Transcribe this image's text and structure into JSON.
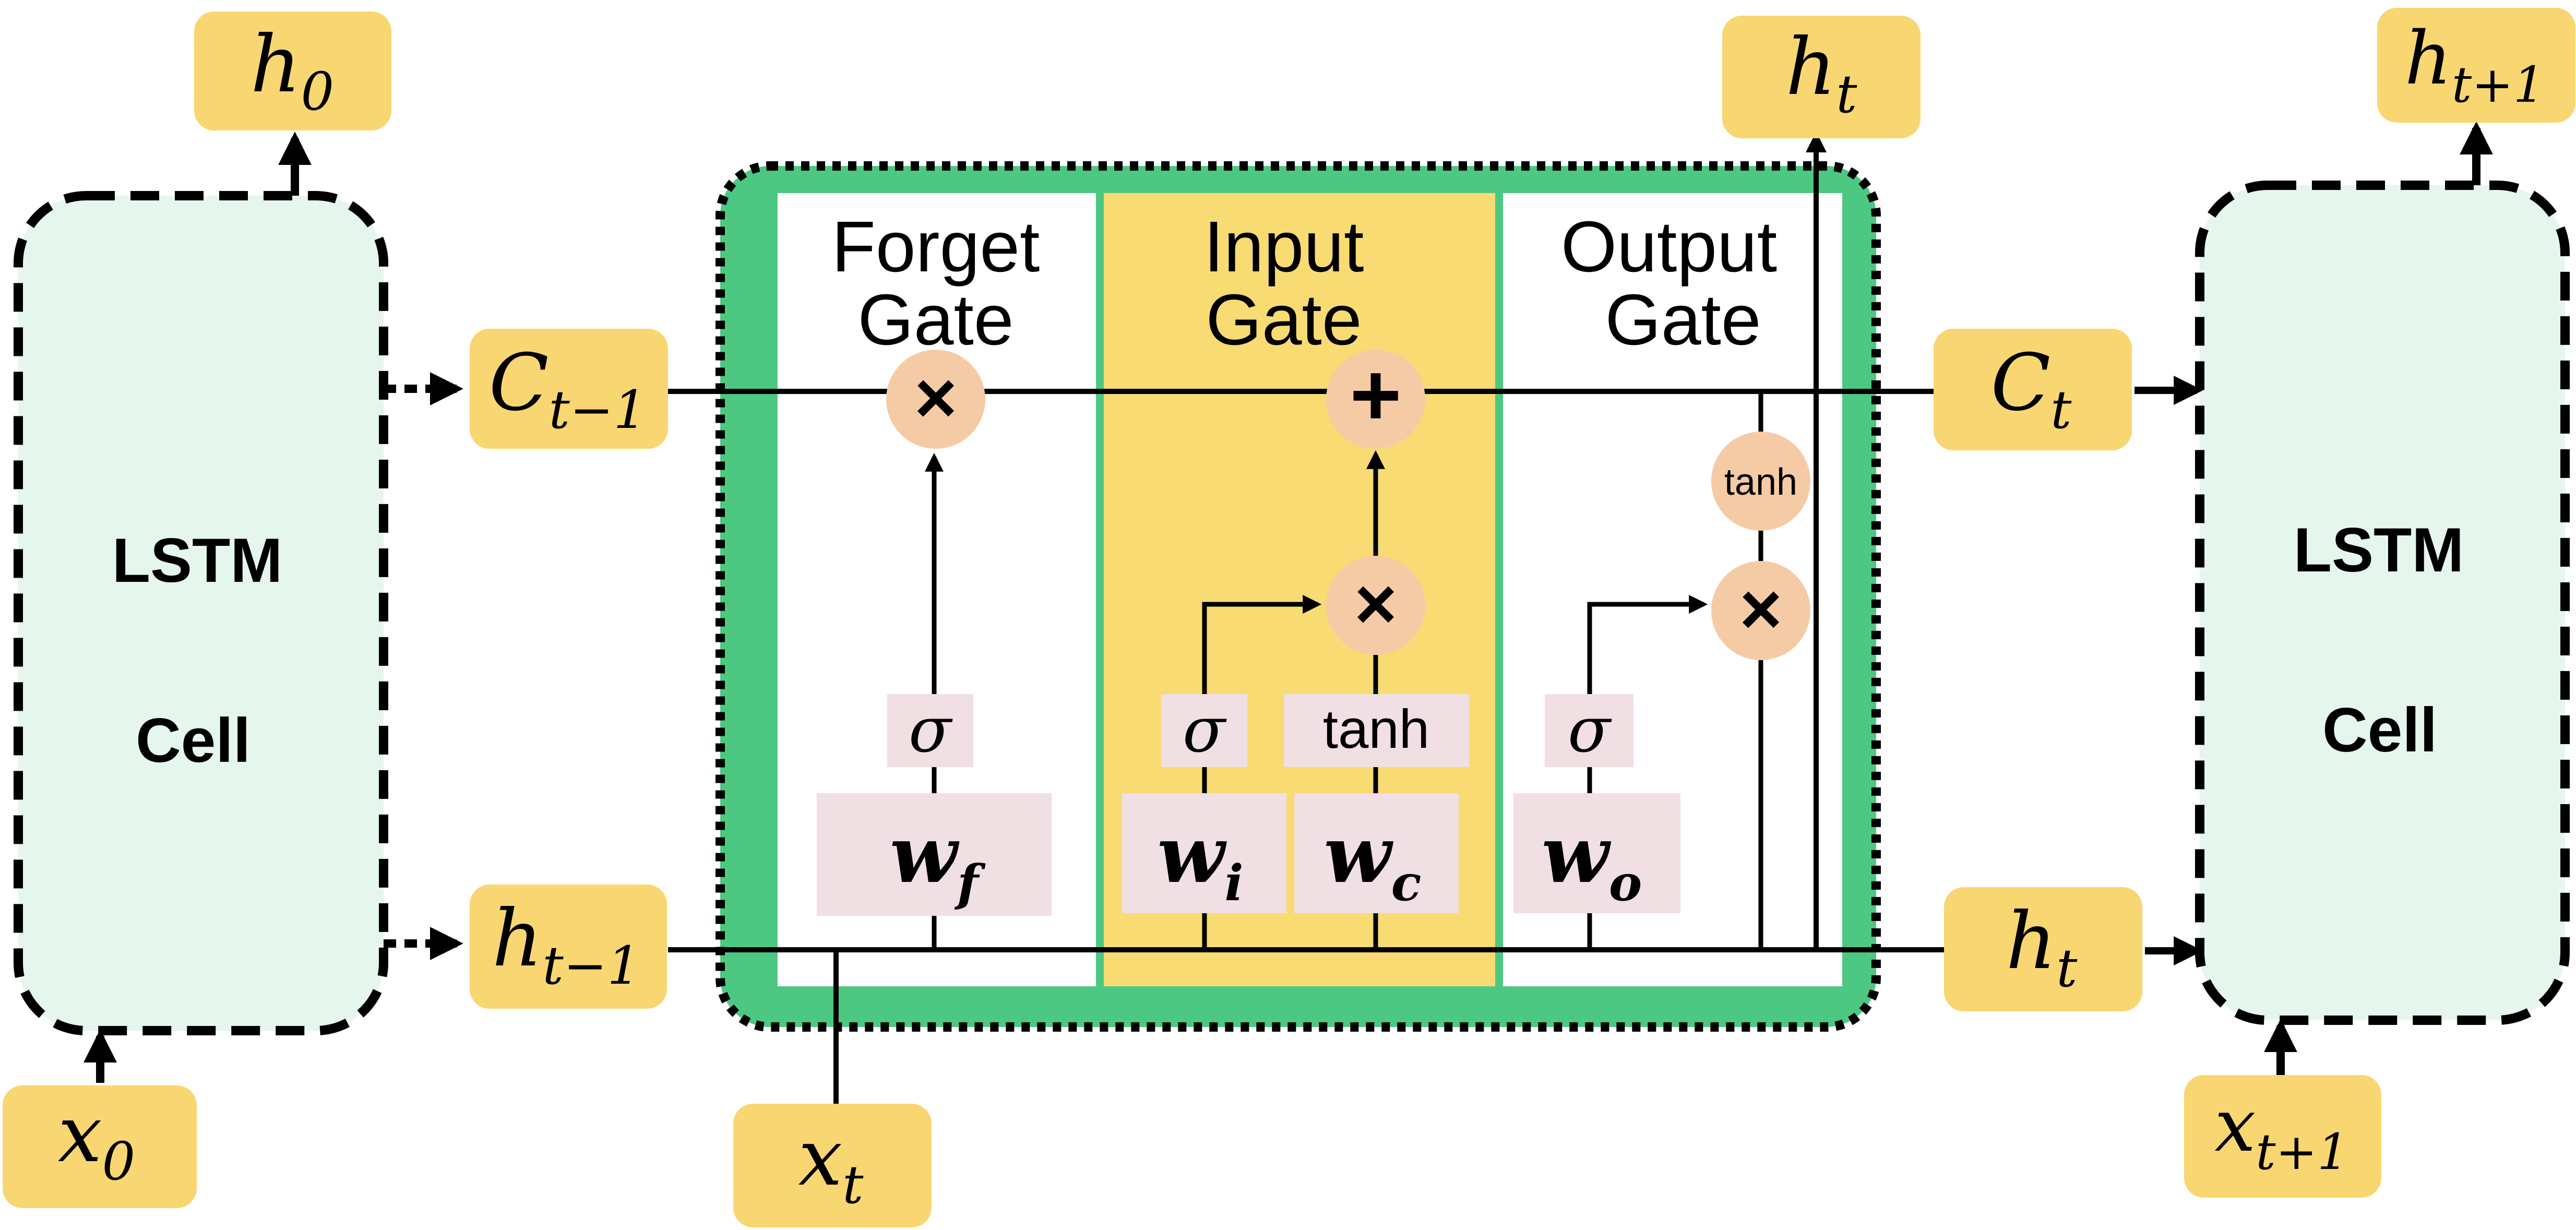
{
  "colors": {
    "label_box": "#f8d671",
    "cell_fill": "#e5f6ed",
    "block_green": "#4dc882",
    "input_gate_fill": "#f8db73",
    "op_circle": "#f5cba6",
    "weight_box": "#f0dfe3",
    "line": "#000000"
  },
  "cells": {
    "left": {
      "line1": "LSTM",
      "line2": "Cell"
    },
    "right": {
      "line1": "LSTM",
      "line2": "Cell"
    }
  },
  "gates": {
    "forget": {
      "line1": "Forget",
      "line2": "Gate"
    },
    "input": {
      "line1": "Input",
      "line2": "Gate"
    },
    "output": {
      "line1": "Output",
      "line2": "Gate"
    }
  },
  "labels": {
    "h0": {
      "base": "h",
      "sub": "0"
    },
    "x0": {
      "base": "x",
      "sub": "0"
    },
    "c_prev": {
      "base": "C",
      "sub": "t−1"
    },
    "h_prev": {
      "base": "h",
      "sub": "t−1"
    },
    "x_t": {
      "base": "x",
      "sub": "t"
    },
    "h_t_top": {
      "base": "h",
      "sub": "t"
    },
    "c_t": {
      "base": "C",
      "sub": "t"
    },
    "h_t_right": {
      "base": "h",
      "sub": "t"
    },
    "h_next": {
      "base": "h",
      "sub": "t+1"
    },
    "x_next": {
      "base": "x",
      "sub": "t+1"
    }
  },
  "ops": {
    "multiply": "×",
    "add": "+",
    "tanh": "tanh"
  },
  "activations": {
    "sigma": "σ",
    "tanh": "tanh"
  },
  "weights": {
    "wf": {
      "base": "w",
      "sub": "f"
    },
    "wi": {
      "base": "w",
      "sub": "i"
    },
    "wc": {
      "base": "w",
      "sub": "c"
    },
    "wo": {
      "base": "w",
      "sub": "o"
    }
  }
}
